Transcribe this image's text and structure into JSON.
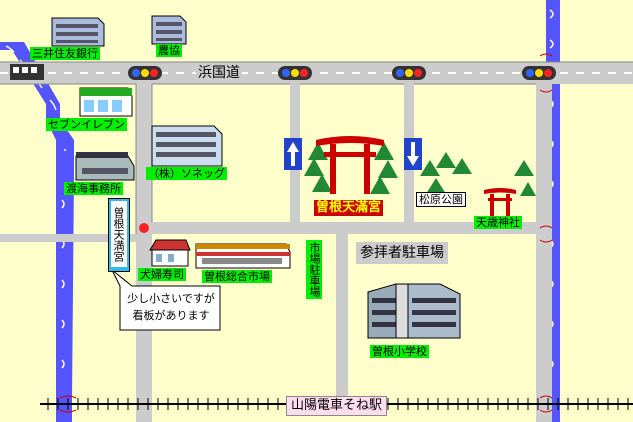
{
  "colors": {
    "background": "#ffffcc",
    "road": "#cccccc",
    "river": "#5555ff",
    "label_green": "#00ee00",
    "shrine_red": "#cc0000",
    "station_pink": "#ffddee"
  },
  "roads": {
    "main_road": "浜国道"
  },
  "landmarks": {
    "bank": "三井住友銀行",
    "nokyo": "農協",
    "seven": "セブンイレブン",
    "sonekku": "（株）ソネッグ",
    "watarikai": "渡海事務所",
    "sign": "曽根天満宮",
    "shrine": "曽根天滿宮",
    "matsubara_park": "松原公園",
    "tensai_shrine": "天歳神社",
    "inufu_sushi": "犬婦寿司",
    "sone_market": "曽根総合市場",
    "market_parking": "市場駐車場",
    "visitor_parking": "参拝者駐車場",
    "sone_school": "曽根小学校"
  },
  "callout": {
    "line1": "少し小さいですが",
    "line2": "看板があります"
  },
  "station": {
    "name": "山陽電車そね駅"
  },
  "icons": [
    "traffic-light-icon",
    "arrow-up-icon",
    "arrow-down-icon",
    "torii-icon",
    "tree-icon",
    "building-icon",
    "train-icon"
  ]
}
